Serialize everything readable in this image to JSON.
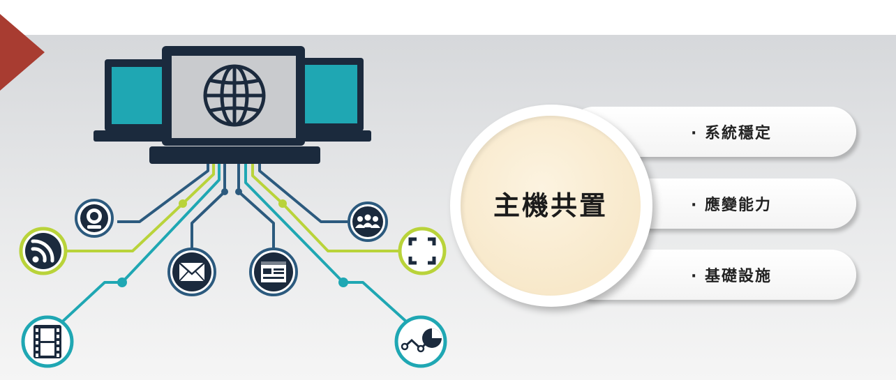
{
  "center_title": "主機共置",
  "items": [
    {
      "label": "· 系統穩定"
    },
    {
      "label": "· 應變能力"
    },
    {
      "label": "· 基礎設施"
    }
  ],
  "icons": [
    "globe-icon",
    "webcam-icon",
    "rss-icon",
    "film-icon",
    "envelope-icon",
    "browser-icon",
    "users-icon",
    "fullscreen-icon",
    "analytics-icon"
  ],
  "colors": {
    "accent_red": "#a83c31",
    "navy": "#1b2a3d",
    "teal": "#1fa7b3",
    "lime": "#b9d33a",
    "circle_fill": "#f6e4c1"
  }
}
